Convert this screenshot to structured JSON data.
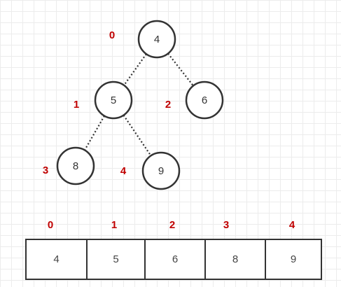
{
  "colors": {
    "index": "#c00000",
    "stroke": "#333333"
  },
  "tree": {
    "nodes": [
      {
        "value": "4",
        "index": "0"
      },
      {
        "value": "5",
        "index": "1"
      },
      {
        "value": "6",
        "index": "2"
      },
      {
        "value": "8",
        "index": "3"
      },
      {
        "value": "9",
        "index": "4"
      }
    ],
    "edges": [
      [
        0,
        1
      ],
      [
        0,
        2
      ],
      [
        1,
        3
      ],
      [
        1,
        4
      ]
    ]
  },
  "array": {
    "indices": [
      "0",
      "1",
      "2",
      "3",
      "4"
    ],
    "values": [
      "4",
      "5",
      "6",
      "8",
      "9"
    ]
  }
}
